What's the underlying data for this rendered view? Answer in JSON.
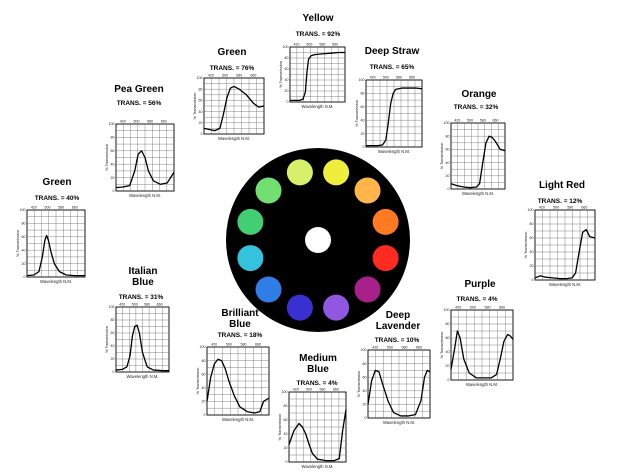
{
  "page": {
    "wheel_center_swatch": "#ffffff",
    "wheel_swatches": [
      "#d6f06a",
      "#f0ee3c",
      "#ffb54a",
      "#ff7a20",
      "#ff2a20",
      "#a8208a",
      "#9058e0",
      "#3830d0",
      "#2f7ee8",
      "#35c2dc",
      "#42cf74",
      "#72e070"
    ]
  },
  "chart_data": [
    {
      "type": "line",
      "title": "Yellow",
      "subtitle": "TRANS. = 92%",
      "xlabel": "Wavelength N.M.",
      "ylabel": "% Transmission",
      "x_ticks": [
        "420",
        "500",
        "580",
        "660"
      ],
      "x_tick_values": [
        420,
        500,
        580,
        660
      ],
      "xlim": [
        380,
        720
      ],
      "ylim": [
        0,
        100
      ],
      "x": [
        380,
        410,
        440,
        460,
        475,
        485,
        495,
        510,
        530,
        560,
        600,
        640,
        680,
        720
      ],
      "y": [
        3,
        3,
        3,
        5,
        18,
        55,
        78,
        84,
        86,
        87,
        88,
        89,
        90,
        90
      ],
      "color": "#000000"
    },
    {
      "type": "line",
      "title": "Deep Straw",
      "subtitle": "TRANS. = 65%",
      "xlabel": "Wavelength N.M.",
      "ylabel": "% Transmission",
      "x_ticks": [
        "420",
        "500",
        "580",
        "660"
      ],
      "x_tick_values": [
        420,
        500,
        580,
        660
      ],
      "xlim": [
        380,
        720
      ],
      "ylim": [
        0,
        100
      ],
      "x": [
        380,
        420,
        450,
        480,
        500,
        515,
        530,
        545,
        560,
        600,
        640,
        680,
        720
      ],
      "y": [
        2,
        2,
        2,
        3,
        10,
        35,
        65,
        80,
        86,
        88,
        88,
        88,
        87
      ],
      "color": "#000000"
    },
    {
      "type": "line",
      "title": "Orange",
      "subtitle": "TRANS. = 32%",
      "xlabel": "Wavelength N.M.",
      "ylabel": "% Transmission",
      "x_ticks": [
        "420",
        "500",
        "580",
        "660"
      ],
      "x_tick_values": [
        420,
        500,
        580,
        660
      ],
      "xlim": [
        380,
        720
      ],
      "ylim": [
        0,
        100
      ],
      "x": [
        380,
        420,
        460,
        500,
        540,
        560,
        580,
        600,
        620,
        640,
        660,
        690,
        720
      ],
      "y": [
        8,
        5,
        3,
        2,
        3,
        8,
        40,
        70,
        80,
        78,
        72,
        60,
        58
      ],
      "color": "#000000"
    },
    {
      "type": "line",
      "title": "Light Red",
      "subtitle": "TRANS. = 12%",
      "xlabel": "Wavelength N.M.",
      "ylabel": "% Transmission",
      "x_ticks": [
        "420",
        "500",
        "580",
        "660"
      ],
      "x_tick_values": [
        420,
        500,
        580,
        660
      ],
      "xlim": [
        380,
        720
      ],
      "ylim": [
        0,
        100
      ],
      "x": [
        380,
        410,
        440,
        480,
        520,
        560,
        590,
        610,
        630,
        650,
        670,
        690,
        720
      ],
      "y": [
        3,
        6,
        4,
        3,
        2,
        2,
        3,
        10,
        40,
        68,
        72,
        62,
        60
      ],
      "color": "#000000"
    },
    {
      "type": "line",
      "title": "Purple",
      "subtitle": "TRANS. = 4%",
      "xlabel": "Wavelength N.M.",
      "ylabel": "% Transmission",
      "x_ticks": [
        "420",
        "500",
        "580",
        "660"
      ],
      "x_tick_values": [
        420,
        500,
        580,
        660
      ],
      "xlim": [
        380,
        720
      ],
      "ylim": [
        0,
        100
      ],
      "x": [
        380,
        400,
        415,
        430,
        450,
        480,
        520,
        560,
        600,
        630,
        650,
        670,
        690,
        705,
        720
      ],
      "y": [
        15,
        45,
        70,
        60,
        30,
        10,
        3,
        3,
        3,
        8,
        30,
        55,
        65,
        63,
        58
      ],
      "color": "#000000"
    },
    {
      "type": "line",
      "title": "Deep Lavender",
      "subtitle": "TRANS. = 10%",
      "xlabel": "Wavelength N.M.",
      "ylabel": "% Transmission",
      "x_ticks": [
        "420",
        "500",
        "580",
        "660"
      ],
      "x_tick_values": [
        420,
        500,
        580,
        660
      ],
      "xlim": [
        380,
        720
      ],
      "ylim": [
        0,
        100
      ],
      "x": [
        380,
        400,
        420,
        440,
        460,
        490,
        520,
        560,
        600,
        640,
        670,
        690,
        705,
        720
      ],
      "y": [
        20,
        55,
        70,
        68,
        50,
        25,
        8,
        3,
        3,
        5,
        25,
        60,
        70,
        68
      ],
      "color": "#000000"
    },
    {
      "type": "line",
      "title": "Medium Blue",
      "subtitle": "TRANS. = 4%",
      "xlabel": "Wavelength N.M.",
      "ylabel": "% Transmission",
      "x_ticks": [
        "420",
        "500",
        "580",
        "660"
      ],
      "x_tick_values": [
        420,
        500,
        580,
        660
      ],
      "xlim": [
        380,
        720
      ],
      "ylim": [
        0,
        100
      ],
      "x": [
        380,
        410,
        440,
        460,
        480,
        500,
        520,
        550,
        600,
        650,
        680,
        700,
        720
      ],
      "y": [
        25,
        45,
        55,
        50,
        40,
        25,
        12,
        4,
        2,
        2,
        5,
        45,
        75
      ],
      "color": "#000000"
    },
    {
      "type": "line",
      "title": "Brilliant Blue",
      "subtitle": "TRANS. = 18%",
      "xlabel": "Wavelength N.M.",
      "ylabel": "% Transmission",
      "x_ticks": [
        "420",
        "500",
        "580",
        "660"
      ],
      "x_tick_values": [
        420,
        500,
        580,
        660
      ],
      "xlim": [
        380,
        720
      ],
      "ylim": [
        0,
        100
      ],
      "x": [
        380,
        400,
        420,
        440,
        460,
        480,
        500,
        530,
        560,
        600,
        640,
        670,
        690,
        720
      ],
      "y": [
        20,
        55,
        75,
        82,
        80,
        68,
        50,
        28,
        12,
        5,
        3,
        5,
        20,
        25
      ],
      "color": "#000000"
    },
    {
      "type": "line",
      "title": "Italian Blue",
      "subtitle": "TRANS. = 31%",
      "xlabel": "Wavelength N.M.",
      "ylabel": "% Transmission",
      "x_ticks": [
        "420",
        "500",
        "580",
        "660"
      ],
      "x_tick_values": [
        420,
        500,
        580,
        660
      ],
      "xlim": [
        380,
        720
      ],
      "ylim": [
        0,
        100
      ],
      "x": [
        380,
        420,
        450,
        470,
        485,
        500,
        515,
        530,
        550,
        580,
        620,
        680,
        720
      ],
      "y": [
        3,
        4,
        8,
        25,
        55,
        70,
        72,
        60,
        30,
        8,
        3,
        2,
        2
      ],
      "color": "#000000"
    },
    {
      "type": "line",
      "title": "Green",
      "subtitle": "TRANS. = 40%",
      "xlabel": "Wavelength N.M.",
      "ylabel": "% Transmission",
      "x_ticks": [
        "420",
        "500",
        "580",
        "660"
      ],
      "x_tick_values": [
        420,
        500,
        580,
        660
      ],
      "xlim": [
        380,
        720
      ],
      "ylim": [
        0,
        100
      ],
      "x": [
        380,
        420,
        450,
        470,
        485,
        495,
        505,
        520,
        540,
        570,
        610,
        660,
        720
      ],
      "y": [
        2,
        3,
        8,
        30,
        55,
        62,
        55,
        38,
        20,
        8,
        3,
        2,
        2
      ],
      "color": "#000000"
    },
    {
      "type": "line",
      "title": "Pea Green",
      "subtitle": "TRANS. = 56%",
      "xlabel": "Wavelength N.M.",
      "ylabel": "% Transmission",
      "x_ticks": [
        "420",
        "500",
        "580",
        "660"
      ],
      "x_tick_values": [
        420,
        500,
        580,
        660
      ],
      "xlim": [
        380,
        720
      ],
      "ylim": [
        0,
        100
      ],
      "x": [
        380,
        420,
        460,
        490,
        510,
        530,
        550,
        570,
        600,
        640,
        680,
        700,
        720
      ],
      "y": [
        5,
        6,
        8,
        30,
        55,
        60,
        50,
        30,
        15,
        10,
        12,
        20,
        28
      ],
      "color": "#000000"
    },
    {
      "type": "line",
      "title": "Green",
      "subtitle": "TRANS. = 76%",
      "xlabel": "Wavelength N.M.",
      "ylabel": "% Transmission",
      "x_ticks": [
        "420",
        "500",
        "580",
        "660"
      ],
      "x_tick_values": [
        420,
        500,
        580,
        660
      ],
      "xlim": [
        380,
        720
      ],
      "ylim": [
        0,
        100
      ],
      "x": [
        380,
        410,
        440,
        470,
        490,
        510,
        530,
        550,
        580,
        620,
        660,
        690,
        720
      ],
      "y": [
        10,
        8,
        6,
        10,
        35,
        65,
        82,
        85,
        80,
        70,
        55,
        48,
        50
      ],
      "color": "#000000"
    }
  ]
}
